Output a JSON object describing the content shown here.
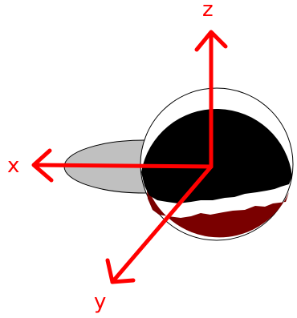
{
  "axes": {
    "x": {
      "label": "x"
    },
    "y": {
      "label": "y"
    },
    "z": {
      "label": "z"
    }
  },
  "colors": {
    "axis": "#ff0000",
    "sphere_top": "#000000",
    "sphere_band": "#7a0000",
    "sphere_bottom": "#ffffff",
    "disk_fill": "#c0c0c0",
    "outline": "#000000"
  }
}
